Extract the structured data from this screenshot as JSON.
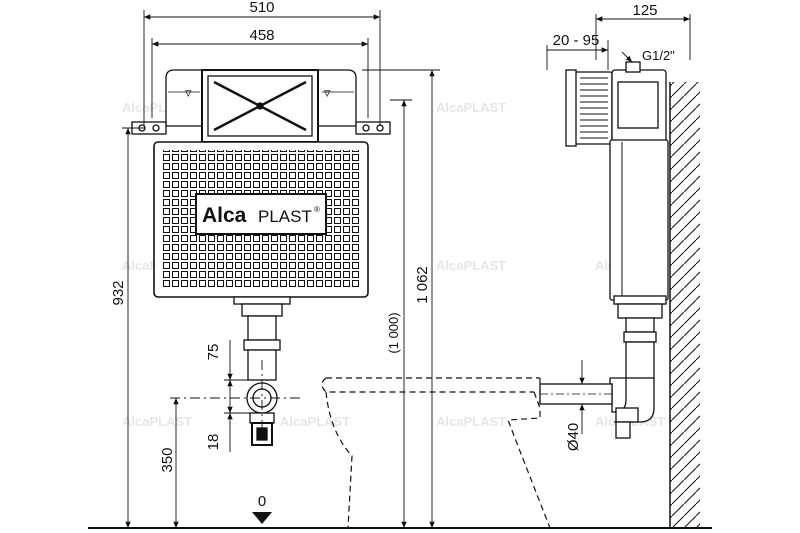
{
  "brand": {
    "word": "Alca",
    "suffix": "PLAST",
    "mark": "®"
  },
  "watermark": "AlcaPLAST",
  "dimensions": {
    "overall_width": "510",
    "frame_width": "458",
    "depth": "125",
    "adjust_range": "20 - 95",
    "inlet": "G1/2\"",
    "height_932": "932",
    "height_1062": "1 062",
    "height_1000": "(1 000)",
    "drop_75": "75",
    "drop_18": "18",
    "outlet_height": "350",
    "floor_level": "0",
    "pipe_diameter": "Ø40"
  },
  "colors": {
    "line": "#111111",
    "fill": "#ffffff",
    "watermark": "#e6e6e6"
  }
}
